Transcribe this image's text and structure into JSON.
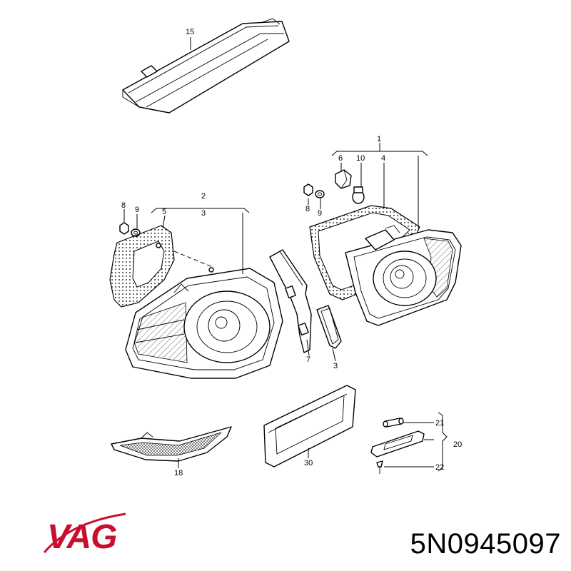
{
  "brand": {
    "name": "VAG",
    "color": "#c8102e"
  },
  "part_number": "5N0945097",
  "callouts": {
    "c1": "1",
    "c2": "2",
    "c3a": "3",
    "c3b": "3",
    "c4": "4",
    "c5": "5",
    "c6": "6",
    "c7": "7",
    "c8a": "8",
    "c8b": "8",
    "c9a": "9",
    "c9b": "9",
    "c10": "10",
    "c15": "15",
    "c18": "18",
    "c20": "20",
    "c21": "21",
    "c22": "22",
    "c30": "30"
  }
}
